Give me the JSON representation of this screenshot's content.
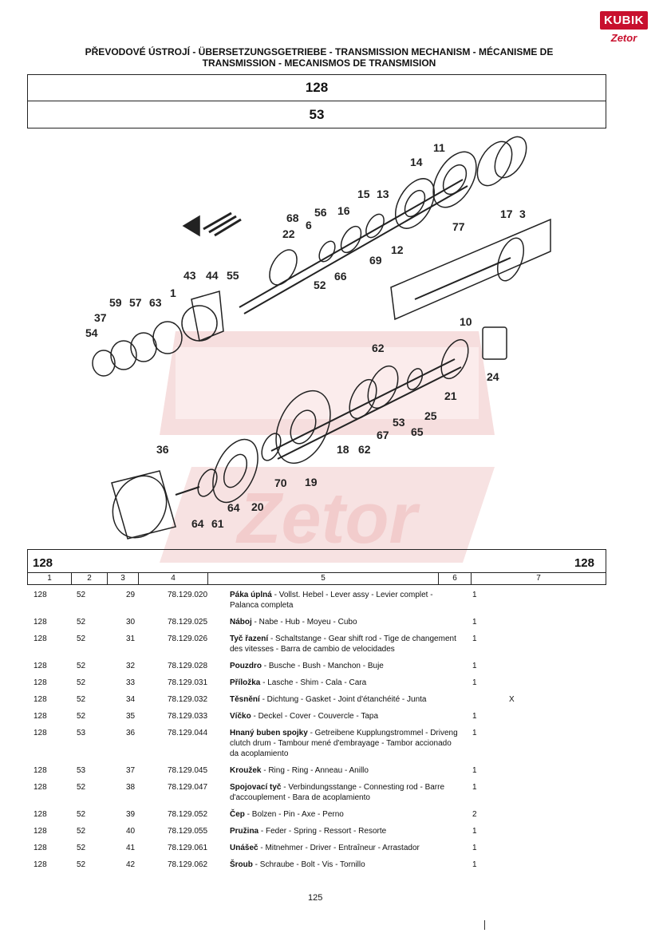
{
  "logo": {
    "top": "KUBIK",
    "bottom": "Zetor"
  },
  "title": {
    "line1": "PŘEVODOVÉ ÚSTROJÍ - ÜBERSETZUNGSGETRIEBE - TRANSMISSION MECHANISM - MÉCANISME DE",
    "line2": "TRANSMISSION - MECANISMOS DE TRANSMISION"
  },
  "header": {
    "group": "128",
    "subgroup": "53"
  },
  "diagram": {
    "callouts": [
      "11",
      "14",
      "15",
      "13",
      "16",
      "56",
      "68",
      "6",
      "22",
      "12",
      "69",
      "66",
      "52",
      "43",
      "44",
      "55",
      "1",
      "59",
      "57",
      "63",
      "37",
      "54",
      "77",
      "17",
      "3",
      "10",
      "24",
      "62",
      "21",
      "25",
      "65",
      "53",
      "67",
      "18",
      "62",
      "36",
      "70",
      "19",
      "20",
      "64",
      "64",
      "61"
    ]
  },
  "table": {
    "group_left": "128",
    "group_right": "128",
    "columns": [
      "1",
      "2",
      "3",
      "4",
      "5",
      "6",
      "7"
    ],
    "rows": [
      {
        "c1": "128",
        "c2": "52",
        "c3": "29",
        "c4": "78.129.020",
        "name": "Páka úplná",
        "desc": " - Vollst. Hebel - Lever assy - Levier complet - Palanca completa",
        "qty": "1",
        "note": ""
      },
      {
        "c1": "128",
        "c2": "52",
        "c3": "30",
        "c4": "78.129.025",
        "name": "Náboj",
        "desc": " - Nabe - Hub - Moyeu - Cubo",
        "qty": "1",
        "note": ""
      },
      {
        "c1": "128",
        "c2": "52",
        "c3": "31",
        "c4": "78.129.026",
        "name": "Tyč řazení",
        "desc": " - Schaltstange - Gear shift rod - Tige de changement des vitesses - Barra de cambio de velocidades",
        "qty": "1",
        "note": ""
      },
      {
        "c1": "128",
        "c2": "52",
        "c3": "32",
        "c4": "78.129.028",
        "name": "Pouzdro",
        "desc": " - Busche - Bush - Manchon - Buje",
        "qty": "1",
        "note": ""
      },
      {
        "c1": "128",
        "c2": "52",
        "c3": "33",
        "c4": "78.129.031",
        "name": "Příložka",
        "desc": " - Lasche - Shim - Cala - Cara",
        "qty": "1",
        "note": ""
      },
      {
        "c1": "128",
        "c2": "52",
        "c3": "34",
        "c4": "78.129.032",
        "name": "Těsnění",
        "desc": " - Dichtung - Gasket - Joint d'étanchéité - Junta",
        "qty": "",
        "note": "X"
      },
      {
        "c1": "128",
        "c2": "52",
        "c3": "35",
        "c4": "78.129.033",
        "name": "Víčko",
        "desc": " - Deckel - Cover - Couvercle - Tapa",
        "qty": "1",
        "note": ""
      },
      {
        "c1": "128",
        "c2": "53",
        "c3": "36",
        "c4": "78.129.044",
        "name": "Hnaný buben spojky",
        "desc": " - Getreibene Kupplungstrommel - Driveng clutch drum - Tambour mené d'embrayage - Tambor accionado da acoplamiento",
        "qty": "1",
        "note": ""
      },
      {
        "c1": "128",
        "c2": "53",
        "c3": "37",
        "c4": "78.129.045",
        "name": "Kroužek",
        "desc": " - Ring - Ring - Anneau - Anillo",
        "qty": "1",
        "note": ""
      },
      {
        "c1": "128",
        "c2": "52",
        "c3": "38",
        "c4": "78.129.047",
        "name": "Spojovací tyč",
        "desc": " - Verbindungsstange - Connesting rod - Barre d'accouplement - Bara de acoplamiento",
        "qty": "1",
        "note": ""
      },
      {
        "c1": "128",
        "c2": "52",
        "c3": "39",
        "c4": "78.129.052",
        "name": "Čep",
        "desc": " - Bolzen - Pin - Axe - Perno",
        "qty": "2",
        "note": ""
      },
      {
        "c1": "128",
        "c2": "52",
        "c3": "40",
        "c4": "78.129.055",
        "name": "Pružina",
        "desc": " - Feder - Spring - Ressort - Resorte",
        "qty": "1",
        "note": ""
      },
      {
        "c1": "128",
        "c2": "52",
        "c3": "41",
        "c4": "78.129.061",
        "name": "Unášeč",
        "desc": " - Mitnehmer - Driver - Entraîneur - Arrastador",
        "qty": "1",
        "note": ""
      },
      {
        "c1": "128",
        "c2": "52",
        "c3": "42",
        "c4": "78.129.062",
        "name": "Šroub",
        "desc": " - Schraube - Bolt - Vis - Tornillo",
        "qty": "1",
        "note": ""
      }
    ]
  },
  "page_number": "125",
  "colors": {
    "brand": "#c8102e",
    "watermark": "#f3d3d3"
  }
}
